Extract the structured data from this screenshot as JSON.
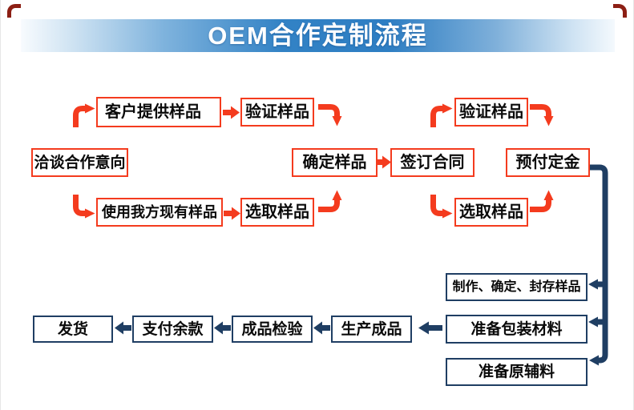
{
  "page": {
    "banner_title": "OEM合作定制流程"
  },
  "colors": {
    "red_accent": "#f43b1e",
    "navy_accent": "#1f3e63",
    "banner_blue": "#2e7ec3",
    "banner_light": "#f4f9fd"
  },
  "boxes": {
    "negotiate": "洽谈合作意向",
    "customer_sample": "客户提供样品",
    "verify_sample_left": "验证样品",
    "use_our_sample": "使用我方现有样品",
    "select_sample_left": "选取样品",
    "confirm_sample": "确定样品",
    "sign_contract": "签订合同",
    "verify_sample_right": "验证样品",
    "select_sample_right": "选取样品",
    "prepay_deposit": "预付定金",
    "make_confirm_seal": "制作、确定、封存样品",
    "prepare_packaging": "准备包装材料",
    "prepare_raw": "准备原辅料",
    "ship": "发货",
    "pay_balance": "支付余款",
    "inspect": "成品检验",
    "produce": "生产成品"
  },
  "icons": {
    "up_right_arrow": "red curved arrow, up then right",
    "down_right_arrow": "red curved arrow, down then right",
    "right_arrow": "red block arrow pointing right",
    "right_down_arrow": "red curved arrow, right then down",
    "right_up_arrow": "red curved arrow, right then up",
    "left_arrow": "navy block arrow pointing left",
    "connector": "navy elbow connector with three left arrowheads"
  }
}
